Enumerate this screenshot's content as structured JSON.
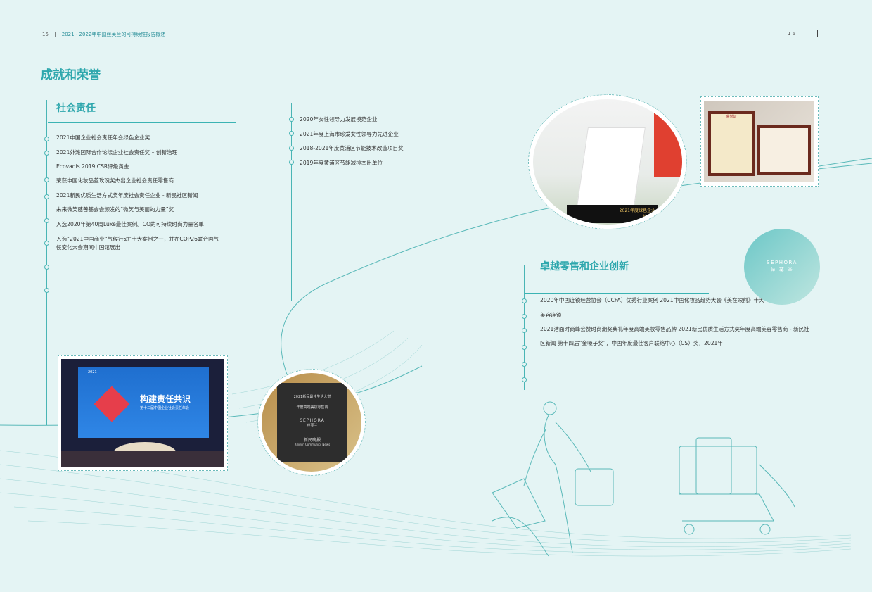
{
  "header": {
    "left_page": "15",
    "separator": "|",
    "title": "2021 - 2022年中国丝芙兰的可持续性报告概述",
    "right_page": "16"
  },
  "main_title": "成就和荣誉",
  "social": {
    "title": "社会责任",
    "items": [
      "2021中国企业社会责任年会绿色企业奖",
      "2021外滩国际合作论坛企业社会责任奖 – 创新治理",
      "Ecovadis 2019 CSR评级黄金",
      "荣获中国化妆品蓝玫瑰奖杰出企业社会责任零售商",
      "2021新民优质生活方式奖年度社会责任企业 - 新民社区新闻",
      "未来微笑慈善基会会颁发的“微笑与美丽的力量”奖",
      "入选2020年第40周Luxe最佳案例。CO的可持续时尚力量名单",
      "入选“2021中国商业“气候行动”十大案例之一，并在COP26联合国气",
      "候变化大会期间中国馆展出"
    ]
  },
  "middle": {
    "items": [
      "2020年女性领导力发展模范企业",
      "2021年度上海市珍爱女性领导力先进企业",
      "2018-2021年度黄浦区节能技术改造项目奖",
      "2019年度黄浦区节能减排杰出单位"
    ]
  },
  "retail": {
    "title": "卓越零售和企业创新",
    "items": [
      "2020年中国连锁经营协会（CCFA）优秀行业案例 2021中国化妆品趋势大会《美在眼前》十大",
      "美容连锁",
      "2021洁面时尚峰会赞时尚潮奖典礼年度高端美妆零售品牌 2021新民优质生活方式奖年度高端美容零售商 - 新民社",
      "区新闻 第十四届“金嗓子奖”，中国年度最佳客户联络中心（CS）奖，2021年"
    ]
  },
  "photos": {
    "stage_title": "构建责任共识",
    "stage_subtitle": "第十三届中国企业社会责任年会",
    "stage_year": "2021",
    "trophy_text": "2021年度绿色企业",
    "trophy_sub": "特奖项",
    "plaque_title": "2021新民最佳生活大赏",
    "plaque_line2": "年度高端美妆零售商",
    "plaque_brand": "SEPHORA",
    "plaque_brand_cn": "丝芙兰",
    "plaque_paper": "新民晚报",
    "plaque_paper_en": "Xinmin Community News",
    "cert_label": "荣誉证"
  },
  "badge": {
    "brand": "SEPHORA",
    "brand_cn": "丝 芙 兰"
  },
  "colors": {
    "accent": "#2ea7ad",
    "line": "#49b5b5",
    "background": "#e4f4f4"
  }
}
